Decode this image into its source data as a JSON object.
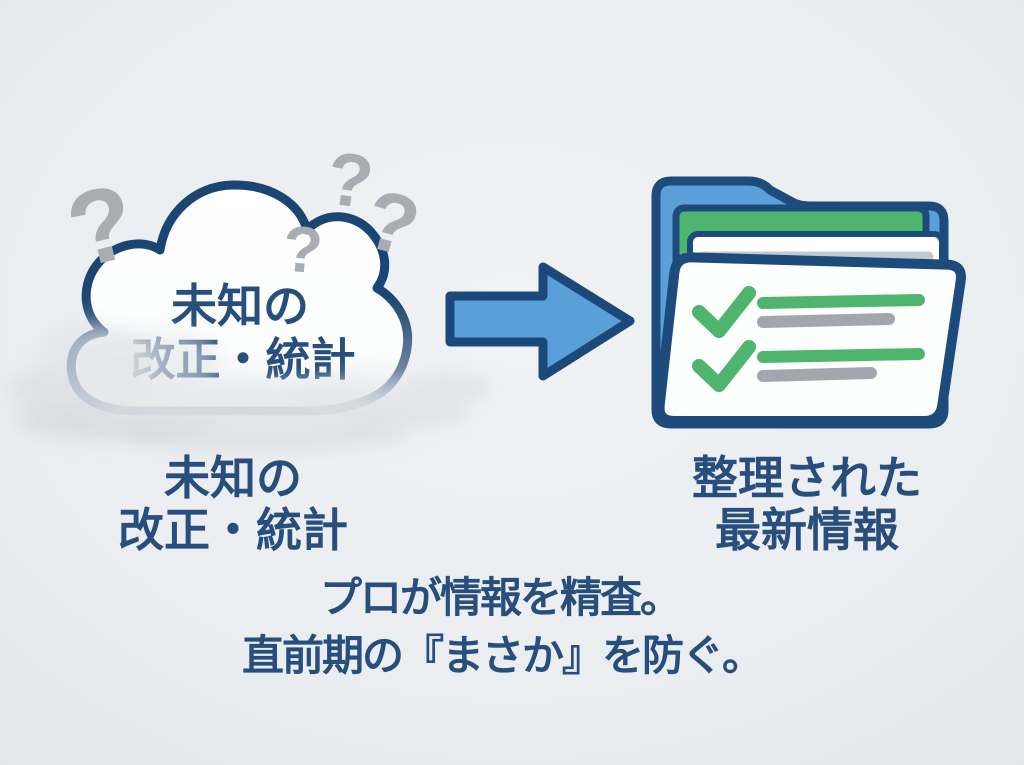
{
  "colors": {
    "background": "#edf0f2",
    "navy_text": "#274e7c",
    "outline_navy": "#1c4977",
    "arrow_blue": "#5aa0d8",
    "folder_blue": "#5ba0d8",
    "sheet_green": "#4fb56e",
    "check_green": "#4fb56e",
    "gray_line": "#a3a7ad",
    "sheet_stripe_gray": "#c3c9cf",
    "question_gray": "#a8adb3"
  },
  "cloud": {
    "text_line1": "未知の",
    "text_line2": "改正・統計",
    "question_mark": "?"
  },
  "left_item": {
    "label_line1": "未知の",
    "label_line2": "改正・統計"
  },
  "right_item": {
    "label_line1": "整理された",
    "label_line2": "最新情報"
  },
  "caption": {
    "line1": "プロが情報を精査。",
    "line2": "直前期の『まさか』を防ぐ。"
  }
}
